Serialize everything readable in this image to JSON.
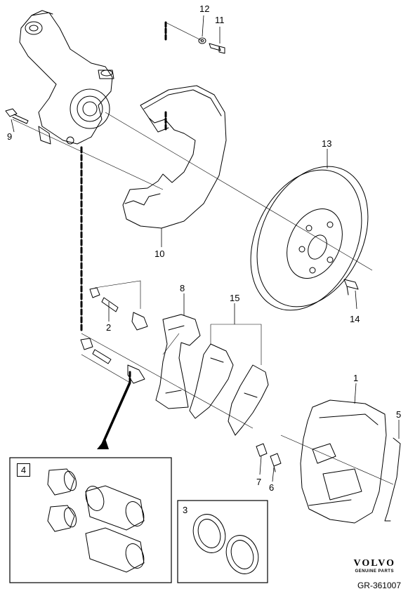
{
  "callouts": {
    "c1": "1",
    "c2": "2",
    "c5": "5",
    "c6": "6",
    "c7": "7",
    "c8": "8",
    "c9": "9",
    "c10": "10",
    "c11": "11",
    "c12": "12",
    "c13": "13",
    "c14": "14",
    "c15": "15"
  },
  "kit_boxes": {
    "kit4_label": "4",
    "kit3_label": "3"
  },
  "brand": {
    "logo_text": "VOLVO",
    "tagline": "GENUINE PARTS"
  },
  "figure_ref": "GR-361007"
}
